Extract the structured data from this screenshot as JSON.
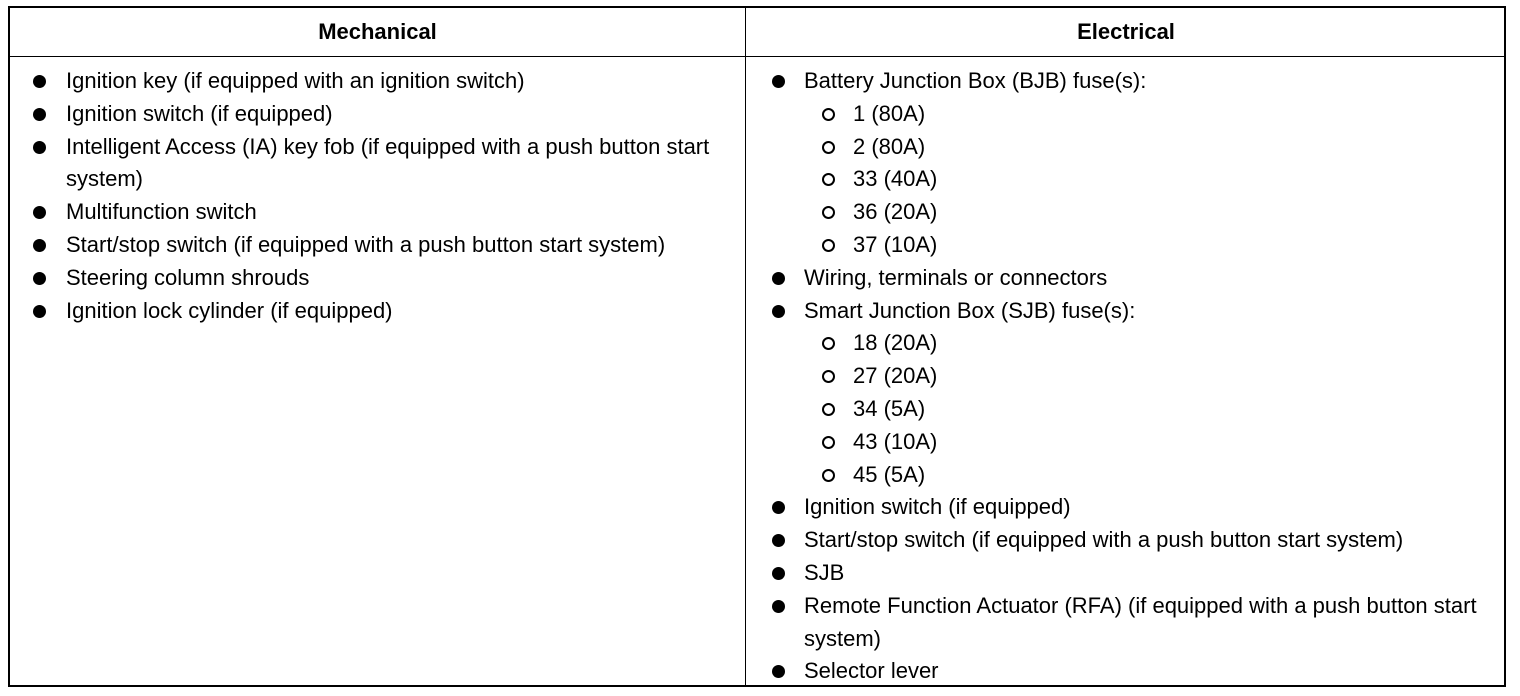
{
  "headers": {
    "mechanical": "Mechanical",
    "electrical": "Electrical"
  },
  "mechanical": [
    "Ignition key (if equipped with an ignition switch)",
    "Ignition switch (if equipped)",
    "Intelligent Access (IA) key fob (if equipped with a push button start system)",
    "Multifunction switch",
    "Start/stop switch (if equipped with a push button start system)",
    "Steering column shrouds",
    "Ignition lock cylinder (if equipped)"
  ],
  "electrical": [
    {
      "label": "Battery Junction Box (BJB) fuse(s):",
      "sub": [
        "1 (80A)",
        "2 (80A)",
        "33 (40A)",
        "36 (20A)",
        "37 (10A)"
      ]
    },
    {
      "label": "Wiring, terminals or connectors",
      "sub": []
    },
    {
      "label": "Smart Junction Box (SJB) fuse(s):",
      "sub": [
        "18 (20A)",
        "27 (20A)",
        "34 (5A)",
        "43 (10A)",
        "45 (5A)"
      ]
    },
    {
      "label": "Ignition switch (if equipped)",
      "sub": []
    },
    {
      "label": "Start/stop switch (if equipped with a push button start system)",
      "sub": []
    },
    {
      "label": "SJB",
      "sub": []
    },
    {
      "label": "Remote Function Actuator (RFA) (if equipped with a push button start system)",
      "sub": []
    },
    {
      "label": "Selector lever",
      "sub": []
    }
  ]
}
